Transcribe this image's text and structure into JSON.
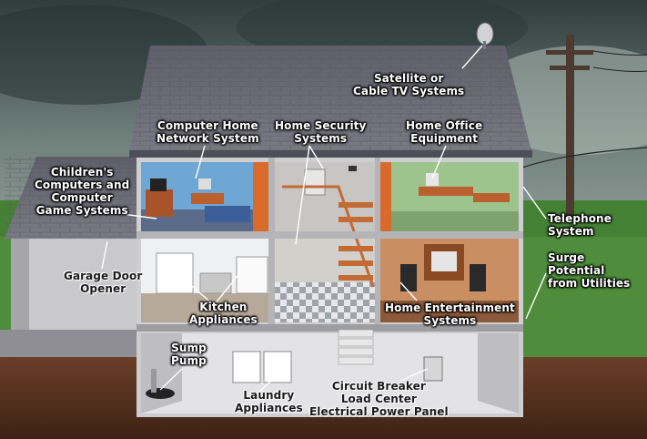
{
  "labels": {
    "satellite": "Satellite or\nCable TV Systems",
    "computer_network": "Computer Home\nNetwork System",
    "home_security": "Home Security\nSystems",
    "home_office": "Home Office\nEquipment",
    "children": "Children's\nComputers and\nComputer\nGame Systems",
    "telephone": "Telephone\nSystem",
    "surge": "Surge\nPotential\nfrom Utilities",
    "garage": "Garage Door\nOpener",
    "kitchen": "Kitchen\nAppliances",
    "entertainment": "Home Entertainment\nSystems",
    "sump": "Sump\nPump",
    "laundry": "Laundry\nAppliances",
    "circuit": "Circuit Breaker\nLoad Center\nElectrical Power Panel"
  },
  "colors": {
    "sky_dark": "#3b4a4a",
    "sky_light": "#8c9a94",
    "grass": "#4a8a3a",
    "soil": "#5a3320",
    "roof": "#6e6e78",
    "wall": "#d8d8d8",
    "label_text": "#ffffff"
  }
}
